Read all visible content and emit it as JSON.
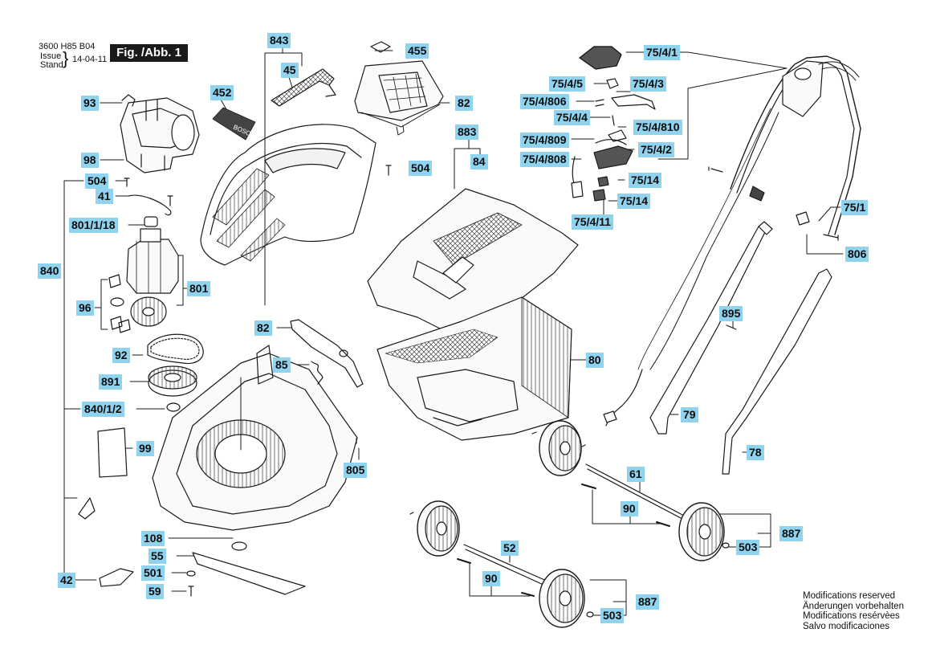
{
  "header": {
    "doc_number": "3600 H85 B04",
    "issue_label": "Issue",
    "stand_label": "Stand",
    "date": "14-04-11",
    "figure_title": "Fig. /Abb. 1"
  },
  "notes": [
    "Modifications reserved",
    "Änderungen vorbehalten",
    "Modifications resérvèes",
    "Salvo modificaciones"
  ],
  "part_labels": [
    {
      "id": "843",
      "text": "843"
    },
    {
      "id": "455",
      "text": "455"
    },
    {
      "id": "45",
      "text": "45"
    },
    {
      "id": "452",
      "text": "452"
    },
    {
      "id": "93",
      "text": "93"
    },
    {
      "id": "82-top",
      "text": "82"
    },
    {
      "id": "98",
      "text": "98"
    },
    {
      "id": "504-left",
      "text": "504"
    },
    {
      "id": "504-mid",
      "text": "504"
    },
    {
      "id": "41",
      "text": "41"
    },
    {
      "id": "801-1-18",
      "text": "801/1/18"
    },
    {
      "id": "840",
      "text": "840"
    },
    {
      "id": "801",
      "text": "801"
    },
    {
      "id": "96",
      "text": "96"
    },
    {
      "id": "82-mid",
      "text": "82"
    },
    {
      "id": "92",
      "text": "92"
    },
    {
      "id": "85",
      "text": "85"
    },
    {
      "id": "891",
      "text": "891"
    },
    {
      "id": "840-1-2",
      "text": "840/1/2"
    },
    {
      "id": "99",
      "text": "99"
    },
    {
      "id": "805",
      "text": "805"
    },
    {
      "id": "108",
      "text": "108"
    },
    {
      "id": "55",
      "text": "55"
    },
    {
      "id": "42",
      "text": "42"
    },
    {
      "id": "501",
      "text": "501"
    },
    {
      "id": "59",
      "text": "59"
    },
    {
      "id": "883",
      "text": "883"
    },
    {
      "id": "84",
      "text": "84"
    },
    {
      "id": "80",
      "text": "80"
    },
    {
      "id": "75-4-1",
      "text": "75/4/1"
    },
    {
      "id": "75-4-5",
      "text": "75/4/5"
    },
    {
      "id": "75-4-3",
      "text": "75/4/3"
    },
    {
      "id": "75-4-806",
      "text": "75/4/806"
    },
    {
      "id": "75-4-4",
      "text": "75/4/4"
    },
    {
      "id": "75-4-810",
      "text": "75/4/810"
    },
    {
      "id": "75-4-809",
      "text": "75/4/809"
    },
    {
      "id": "75-4-2",
      "text": "75/4/2"
    },
    {
      "id": "75-4-808",
      "text": "75/4/808"
    },
    {
      "id": "75-14-a",
      "text": "75/14"
    },
    {
      "id": "75-14-b",
      "text": "75/14"
    },
    {
      "id": "75-4-11",
      "text": "75/4/11"
    },
    {
      "id": "75-1",
      "text": "75/1"
    },
    {
      "id": "806",
      "text": "806"
    },
    {
      "id": "895",
      "text": "895"
    },
    {
      "id": "79",
      "text": "79"
    },
    {
      "id": "78",
      "text": "78"
    },
    {
      "id": "61",
      "text": "61"
    },
    {
      "id": "90-upper",
      "text": "90"
    },
    {
      "id": "887-upper",
      "text": "887"
    },
    {
      "id": "503-upper",
      "text": "503"
    },
    {
      "id": "52",
      "text": "52"
    },
    {
      "id": "90-lower",
      "text": "90"
    },
    {
      "id": "887-lower",
      "text": "887"
    },
    {
      "id": "503-lower",
      "text": "503"
    }
  ]
}
